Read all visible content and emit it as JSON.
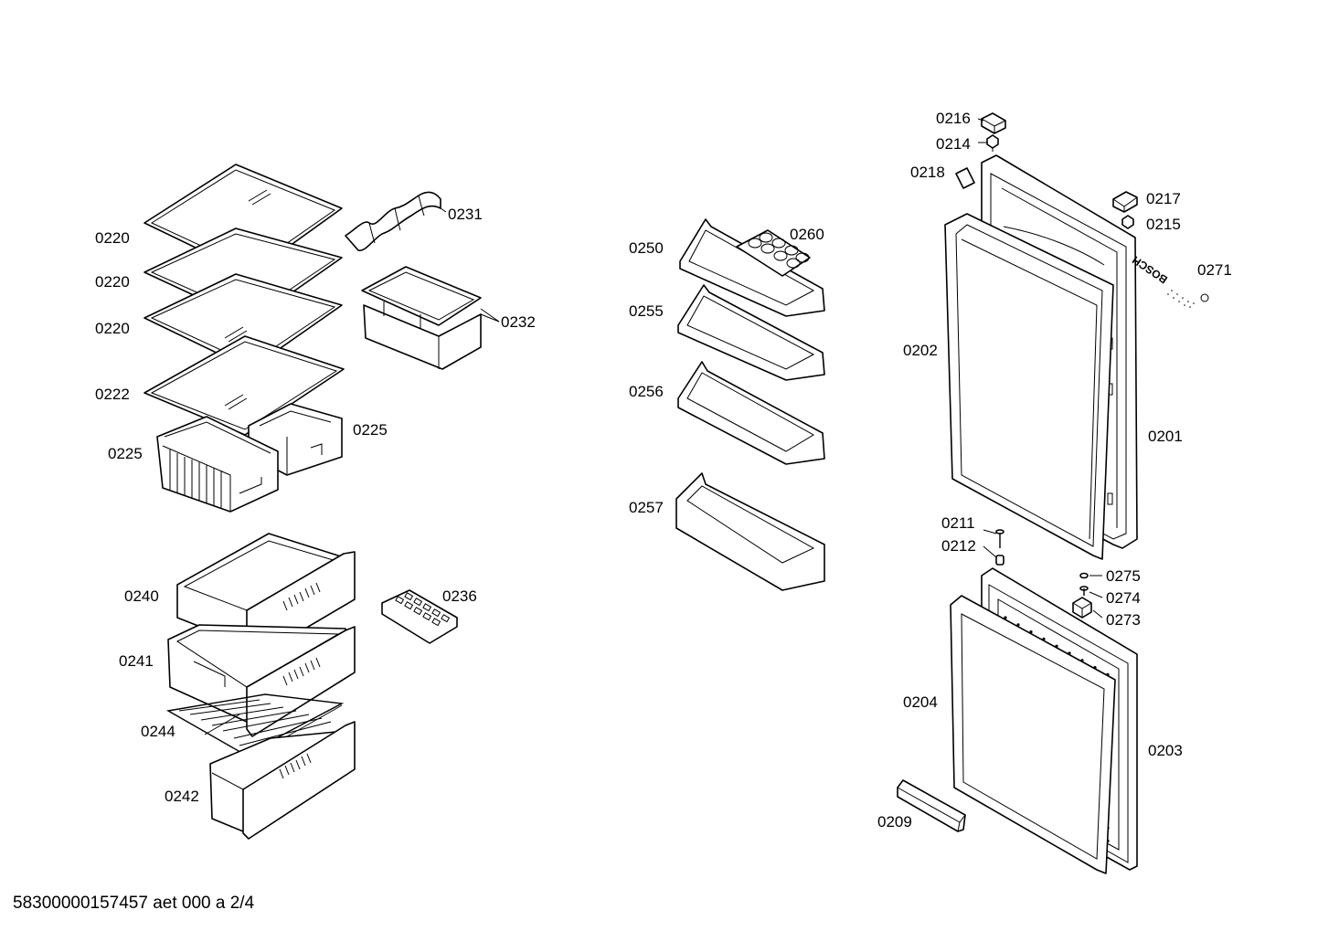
{
  "parts": [
    {
      "id": "p0216",
      "label": "0216"
    },
    {
      "id": "p0214",
      "label": "0214"
    },
    {
      "id": "p0218",
      "label": "0218"
    },
    {
      "id": "p0217",
      "label": "0217"
    },
    {
      "id": "p0215",
      "label": "0215"
    },
    {
      "id": "p0271",
      "label": "0271"
    },
    {
      "id": "p0202",
      "label": "0202"
    },
    {
      "id": "p0201",
      "label": "0201"
    },
    {
      "id": "p0211",
      "label": "0211"
    },
    {
      "id": "p0212",
      "label": "0212"
    },
    {
      "id": "p0275",
      "label": "0275"
    },
    {
      "id": "p0274",
      "label": "0274"
    },
    {
      "id": "p0273",
      "label": "0273"
    },
    {
      "id": "p0204",
      "label": "0204"
    },
    {
      "id": "p0203",
      "label": "0203"
    },
    {
      "id": "p0209",
      "label": "0209"
    },
    {
      "id": "p0250",
      "label": "0250"
    },
    {
      "id": "p0260",
      "label": "0260"
    },
    {
      "id": "p0255",
      "label": "0255"
    },
    {
      "id": "p0256",
      "label": "0256"
    },
    {
      "id": "p0257",
      "label": "0257"
    },
    {
      "id": "p0220a",
      "label": "0220"
    },
    {
      "id": "p0220b",
      "label": "0220"
    },
    {
      "id": "p0220c",
      "label": "0220"
    },
    {
      "id": "p0222",
      "label": "0222"
    },
    {
      "id": "p0225a",
      "label": "0225"
    },
    {
      "id": "p0225b",
      "label": "0225"
    },
    {
      "id": "p0231",
      "label": "0231"
    },
    {
      "id": "p0232",
      "label": "0232"
    },
    {
      "id": "p0240",
      "label": "0240"
    },
    {
      "id": "p0241",
      "label": "0241"
    },
    {
      "id": "p0244",
      "label": "0244"
    },
    {
      "id": "p0242",
      "label": "0242"
    },
    {
      "id": "p0236",
      "label": "0236"
    }
  ],
  "logo_text": "BOSCH",
  "footer_text": "58300000157457 aet 000 a 2/4"
}
